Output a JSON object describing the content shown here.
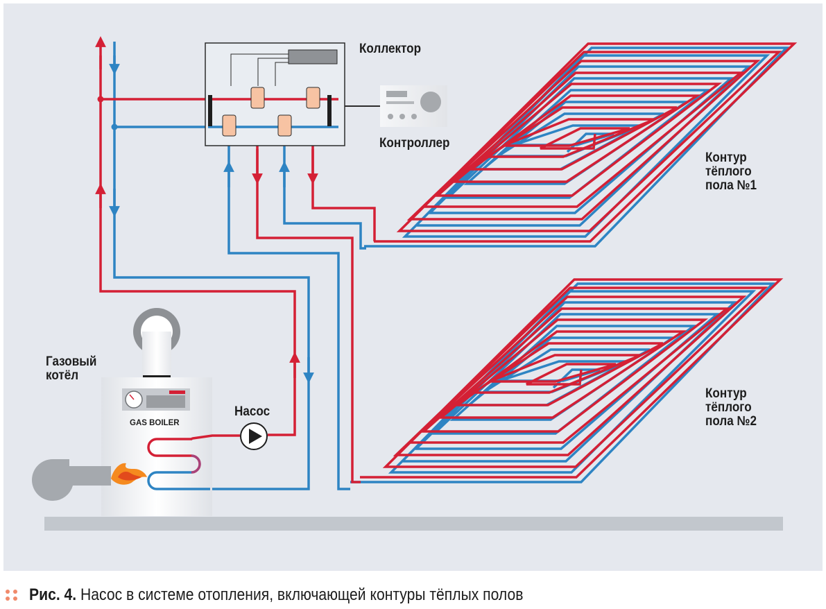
{
  "labels": {
    "collector": "Коллектор",
    "controller": "Контроллер",
    "floor1": [
      "Контур",
      "тёплого",
      "пола №1"
    ],
    "floor2": [
      "Контур",
      "тёплого",
      "пола №2"
    ],
    "boiler": [
      "Газовый",
      "котёл"
    ],
    "pump": "Насос",
    "boiler_plate": "GAS BOILER"
  },
  "caption": {
    "prefix": "Рис. 4.",
    "text": "Насос в системе отопления, включающей контуры тёплых полов"
  },
  "colors": {
    "supply": "#d42035",
    "return": "#2e84c3",
    "background": "#e5e8ee",
    "accent": "#f08a6b"
  }
}
